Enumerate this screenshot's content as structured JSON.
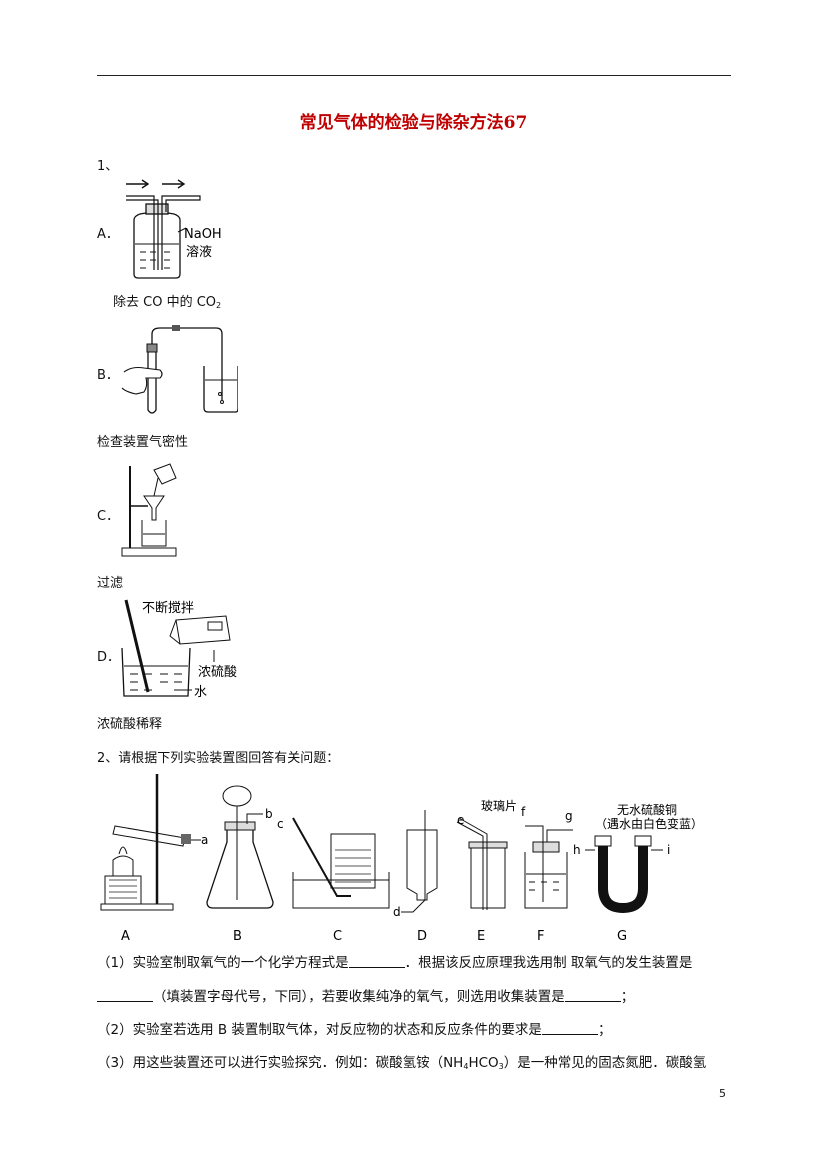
{
  "doc": {
    "title": "常见气体的检验与除杂方法67",
    "page_number": "5"
  },
  "q1": {
    "number": "1、",
    "options": [
      {
        "letter": "A．",
        "caption_prefix": "除去 ",
        "caption_co": "CO",
        "caption_mid": " 中的 ",
        "caption_co2": "CO",
        "caption_co2_sub": "2",
        "fig_labels": [
          "NaOH",
          "溶液"
        ]
      },
      {
        "letter": "B．",
        "caption": "检查装置气密性"
      },
      {
        "letter": "C．",
        "caption": "过滤"
      },
      {
        "letter": "D．",
        "caption": "浓硫酸稀释",
        "fig_labels": [
          "不断搅拌",
          "浓硫酸",
          "水"
        ]
      }
    ]
  },
  "q2": {
    "stem": "2、请根据下列实验装置图回答有关问题：",
    "figure": {
      "apparatus_letters": [
        "A",
        "B",
        "C",
        "D",
        "E",
        "F",
        "G"
      ],
      "port_labels": [
        "a",
        "b",
        "c",
        "d",
        "e",
        "f",
        "g",
        "h",
        "i"
      ],
      "text_labels": [
        "玻璃片",
        "无水硫酸铜",
        "（遇水由白色变蓝）"
      ]
    },
    "p1_a": "（1）实验室制取氧气的一个化学方程式是",
    "p1_b": "．根据该反应原理我选用制 取氧气的发生装置是",
    "p1_c": "（填装置字母代号，下同），若要收集纯净的氧气，则选用收集装置是",
    "p1_end": "；",
    "p2_a": "（2）实验室若选用 B 装置制取气体，对反应物的状态和反应条件的要求是",
    "p2_end": "；",
    "p3_a": "（3）用这些装置还可以进行实验探究．例如：碳酸氢铵（NH",
    "p3_sub1": "4",
    "p3_mid": "HCO",
    "p3_sub2": "3",
    "p3_b": "）是一种常见的固态氮肥．碳酸氢"
  }
}
